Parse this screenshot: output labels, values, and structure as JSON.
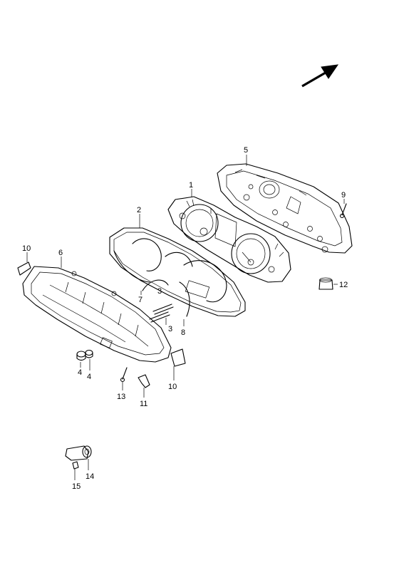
{
  "callouts": [
    {
      "id": "c1",
      "label": "1"
    },
    {
      "id": "c2",
      "label": "2"
    },
    {
      "id": "c3a",
      "label": "3"
    },
    {
      "id": "c3b",
      "label": "3"
    },
    {
      "id": "c4a",
      "label": "4"
    },
    {
      "id": "c4b",
      "label": "4"
    },
    {
      "id": "c5",
      "label": "5"
    },
    {
      "id": "c6",
      "label": "6"
    },
    {
      "id": "c7",
      "label": "7"
    },
    {
      "id": "c8",
      "label": "8"
    },
    {
      "id": "c9",
      "label": "9"
    },
    {
      "id": "c10a",
      "label": "10"
    },
    {
      "id": "c10b",
      "label": "10"
    },
    {
      "id": "c11",
      "label": "11"
    },
    {
      "id": "c12",
      "label": "12"
    },
    {
      "id": "c13",
      "label": "13"
    },
    {
      "id": "c14",
      "label": "14"
    },
    {
      "id": "c15",
      "label": "15"
    }
  ],
  "icons": {
    "direction": "front-arrow-icon"
  }
}
